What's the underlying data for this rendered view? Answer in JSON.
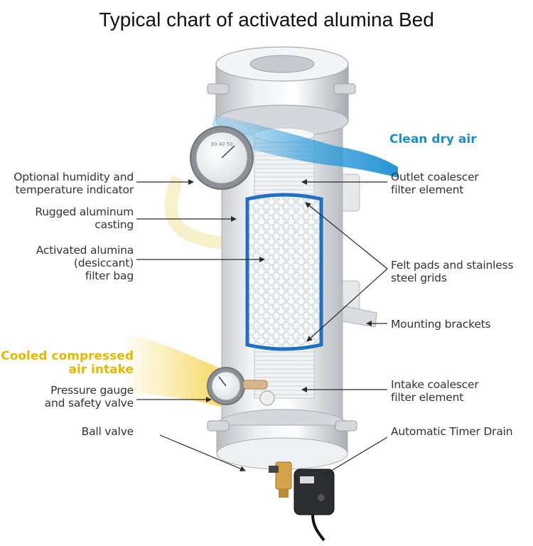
{
  "title": "Typical chart of activated alumina Bed",
  "colors": {
    "clean_air": "#1a8fd0",
    "intake_air": "#e8b800",
    "desiccant_frame": "#1f6fc2",
    "label_text": "#333333"
  },
  "labels": {
    "clean_air": [
      "Clean",
      "dry air"
    ],
    "intake_air": [
      "Cooled compressed",
      "air intake"
    ],
    "humidity_indicator": [
      "Optional humidity and",
      "temperature indicator"
    ],
    "aluminum_casting": [
      "Rugged aluminum",
      "casting"
    ],
    "alumina_bag": [
      "Activated alumina",
      "(desiccant)",
      "filter bag"
    ],
    "pressure_gauge": [
      "Pressure gauge",
      "and safety valve"
    ],
    "ball_valve": [
      "Ball valve"
    ],
    "outlet_coalescer": [
      "Outlet coalescer",
      "filter element"
    ],
    "felt_pads": [
      "Felt pads and stainless",
      "steel grids"
    ],
    "mounting_brackets": [
      "Mounting brackets"
    ],
    "intake_coalescer": [
      "Intake coalescer",
      "filter element"
    ],
    "timer_drain": [
      "Automatic Timer Drain"
    ]
  }
}
